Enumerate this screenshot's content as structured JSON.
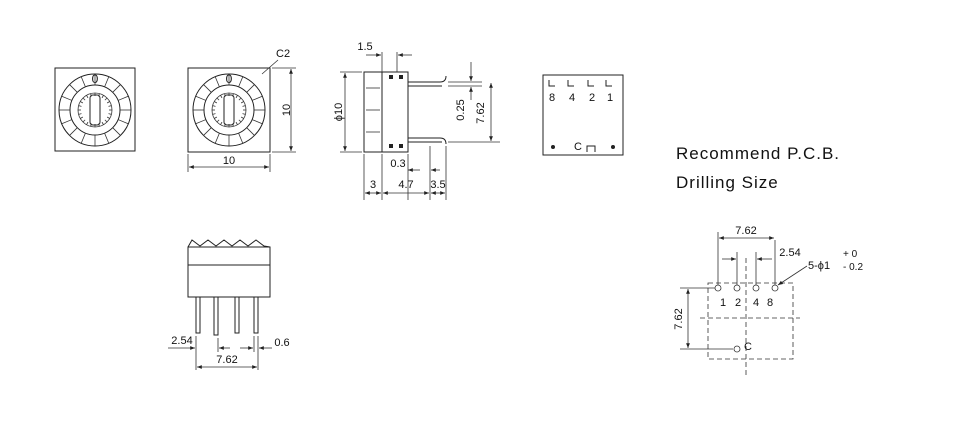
{
  "front_view": {
    "dial_marker": "0",
    "chamfer_label": "C2",
    "width_label": "10",
    "height_label": "10"
  },
  "side_view": {
    "top_gap_label": "1.5",
    "diameter_label": "ϕ10",
    "pin_offset_label": "0.25",
    "pin_span_label": "7.62",
    "pin_gap_label": "0.3",
    "depth_labels": [
      "3",
      "4.7",
      "3.5"
    ]
  },
  "bottom_view": {
    "pin_labels": [
      "8",
      "4",
      "2",
      "1"
    ],
    "common_label": "C"
  },
  "lower_side_view": {
    "pitch_label": "2.54",
    "pin_width_label": "0.6",
    "span_label": "7.62"
  },
  "pcb_section": {
    "title_line1": "Recommend P.C.B.",
    "title_line2": "Drilling Size",
    "span_label": "7.62",
    "pitch_label": "2.54",
    "hole_label": "5-ϕ1",
    "tol_plus": "+ 0",
    "tol_minus": "- 0.2",
    "vertical_label": "7.62",
    "hole_pin_labels": [
      "1",
      "2",
      "4",
      "8"
    ],
    "common_label": "C"
  }
}
